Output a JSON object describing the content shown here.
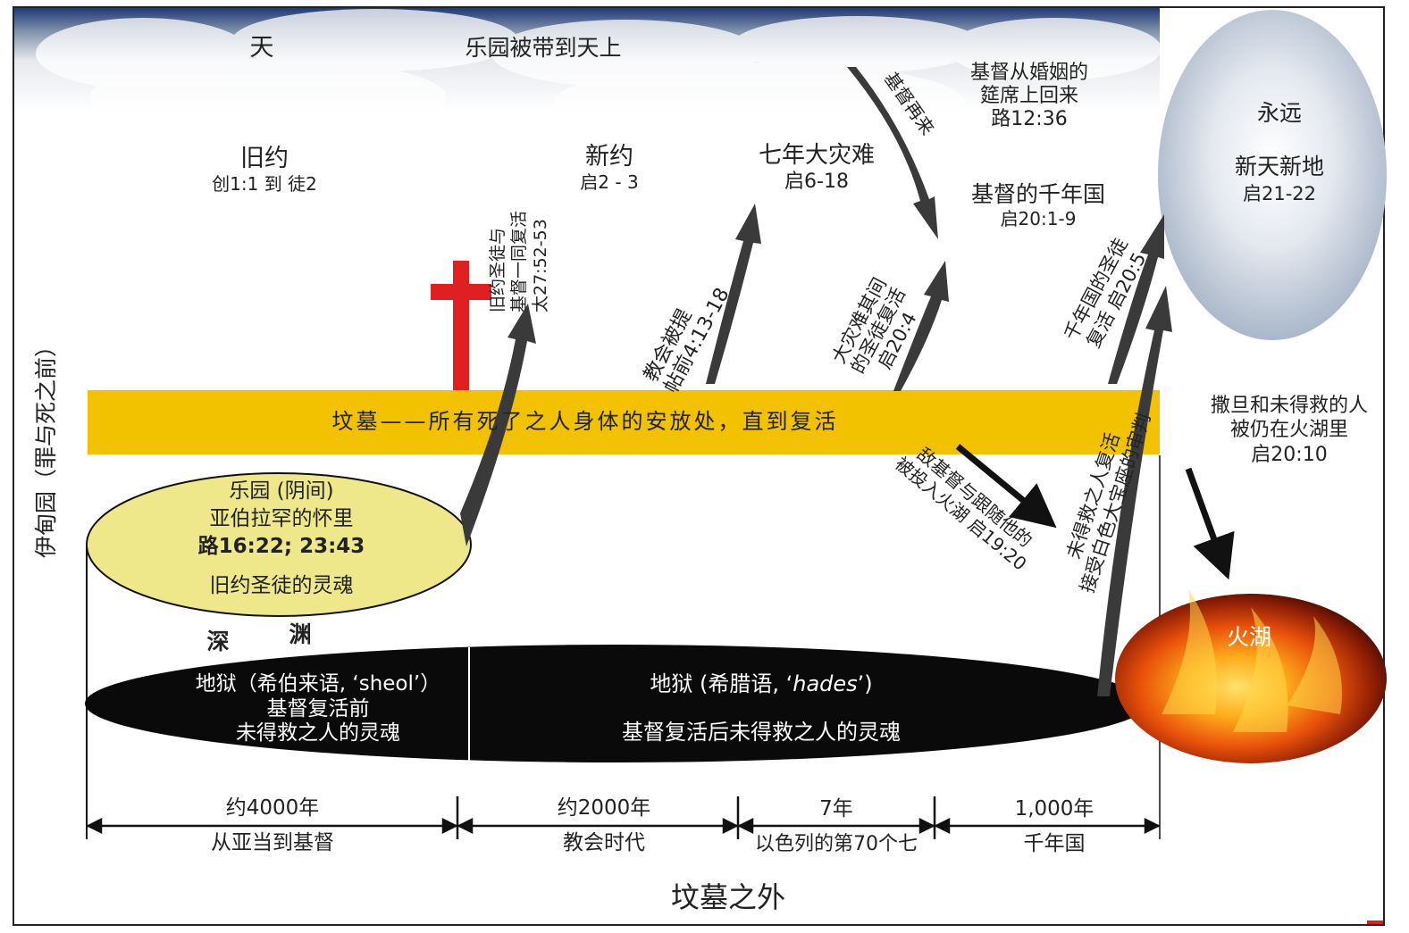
{
  "sky": {
    "heaven": "天",
    "paradise_taken": "乐园被带到天上",
    "return_from_wedding": [
      "基督从婚姻的",
      "筵席上回来",
      "路12:36"
    ]
  },
  "ages": {
    "ot": {
      "title": "旧约",
      "ref": "创1:1 到 徒2"
    },
    "nt": {
      "title": "新约",
      "ref": "启2 - 3"
    },
    "tribulation": {
      "title": "七年大灾难",
      "ref": "启6-18"
    },
    "millennium": {
      "title": "基督的千年国",
      "ref": "启20:1-9"
    },
    "eternity": {
      "title": "永远",
      "subtitle": "新天新地",
      "ref": "启21-22"
    }
  },
  "left_vertical": "伊甸园（罪与死之前）",
  "arrows": {
    "ot_saints": [
      "旧约圣徒与",
      "基督一同复活",
      "太27:52-53"
    ],
    "rapture": [
      "教会被提",
      "帖前4:13-18"
    ],
    "second_coming": "基督再来",
    "trib_saints": [
      "大灾难其间",
      "的圣徒复活",
      "启20:4"
    ],
    "millennial_saints": [
      "千年国的圣徒",
      "复活 启20:5"
    ],
    "antichrist": [
      "敌基督与跟随他的",
      "被投入火湖 启19:20"
    ],
    "unsaved_judgment": [
      "未得救之人复活",
      "接受白色大宝座的审判"
    ],
    "satan": [
      "撒旦和未得救的人",
      "被仍在火湖里",
      "启20:10"
    ]
  },
  "grave_band": "坟墓——所有死了之人身体的安放处，直到复活",
  "paradise": {
    "line1": "乐园 (阴间)",
    "line2": "亚伯拉罕的怀里",
    "line3": "路16:22; 23:43",
    "line4": "旧约圣徒的灵魂"
  },
  "abyss": {
    "left": "深",
    "right": "渊"
  },
  "hell": {
    "sheol": [
      "地狱（希伯来语, ‘sheol’）",
      "基督复活前",
      "未得救之人的灵魂"
    ],
    "hades_label": "地狱 (希腊语, ‘",
    "hades_word": "hades",
    "hades_close": "’)",
    "hades_souls": "基督复活后未得救之人的灵魂"
  },
  "lake_of_fire": "火湖",
  "timeline": [
    {
      "duration": "约4000年",
      "label": "从亚当到基督"
    },
    {
      "duration": "约2000年",
      "label": "教会时代"
    },
    {
      "duration": "7年",
      "label": "以色列的第70个七"
    },
    {
      "duration": "1,000年",
      "label": "千年国"
    }
  ],
  "footer": "坟墓之外",
  "colors": {
    "sky_top": "#1f3a7a",
    "grave_band": "#f2c200",
    "paradise_fill": "#efe88a",
    "cross": "#e02020",
    "hell": "#0a0a0a",
    "arrow": "#3a3a3a"
  }
}
